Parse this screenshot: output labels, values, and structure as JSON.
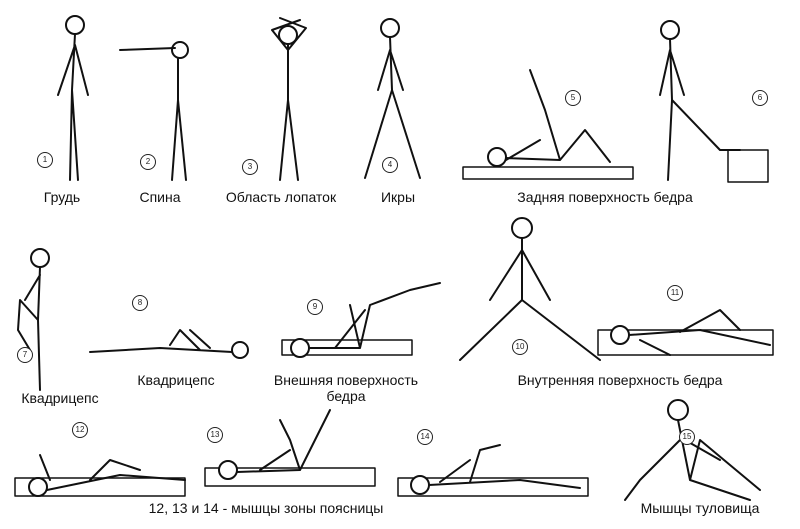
{
  "labels": {
    "chest": "Грудь",
    "back": "Спина",
    "shoulder_blades": "Область лопаток",
    "calves": "Икры",
    "hamstrings": "Задняя поверхность бедра",
    "quadriceps_standing": "Квадрицепс",
    "quadriceps_lying": "Квадрицепс",
    "outer_thigh_line1": "Внешняя поверхность",
    "outer_thigh_line2": "бедра",
    "inner_thigh": "Внутренняя поверхность бедра",
    "lower_back": "12, 13 и 14 - мышцы зоны поясницы",
    "trunk": "Мышцы туловища"
  },
  "numbers": [
    "1",
    "2",
    "3",
    "4",
    "5",
    "6",
    "7",
    "8",
    "9",
    "10",
    "11",
    "12",
    "13",
    "14",
    "15"
  ]
}
